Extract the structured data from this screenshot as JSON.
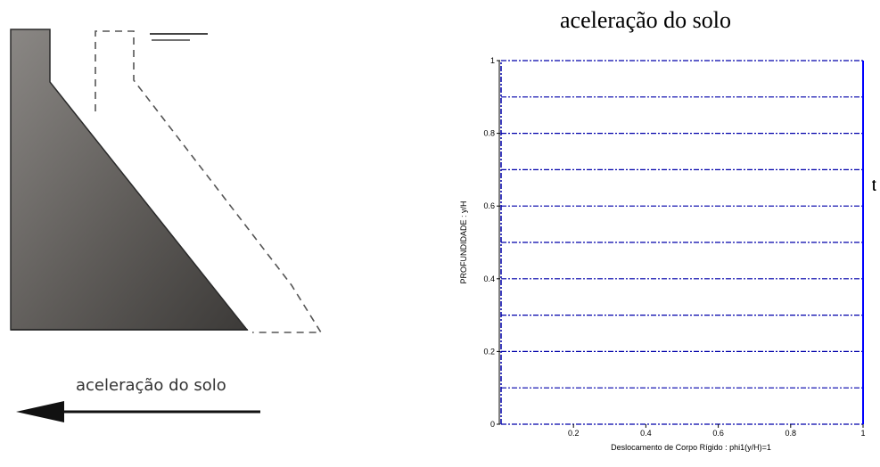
{
  "left_figure": {
    "caption": "aceleração do solo",
    "arrow": "left"
  },
  "chart_data": {
    "type": "line",
    "title": "aceleração do solo",
    "xlabel": "Deslocamento de Corpo Rígido : phi1(y/H)=1",
    "ylabel": "PROFUNDIDADE : y/H",
    "xlim": [
      0,
      1
    ],
    "ylim": [
      0,
      1
    ],
    "x_ticks": [
      "0.2",
      "0.4",
      "0.6",
      "0.8",
      "1"
    ],
    "y_ticks": [
      "0",
      "0.2",
      "0.4",
      "0.6",
      "0.8",
      "1"
    ],
    "grid_lines_y": [
      0,
      0.1,
      0.2,
      0.3,
      0.4,
      0.5,
      0.6,
      0.7,
      0.8,
      0.9,
      1
    ],
    "series": [
      {
        "x": [
          1,
          1
        ],
        "y": [
          0,
          1
        ],
        "color": "#0000ff"
      }
    ],
    "grid_color": "#0000aa"
  },
  "edge_glyph": "ʈ"
}
